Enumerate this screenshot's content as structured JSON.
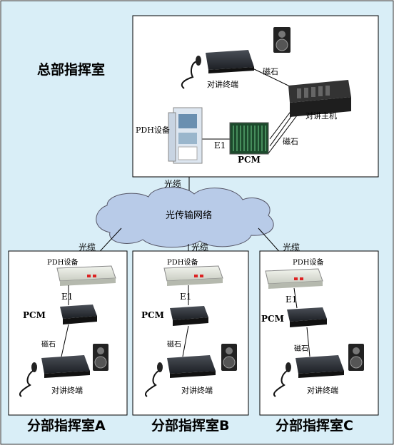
{
  "hq": {
    "title": "总部指挥室",
    "labels": {
      "intercom_terminal": "对讲终端",
      "magneto": "磁石",
      "intercom_host": "对讲主机",
      "pdh": "PDH设备",
      "e1": "E1",
      "pcm": "PCM",
      "magneto2": "磁石"
    }
  },
  "network": {
    "label": "光传输网络",
    "cable_top": "光缆"
  },
  "branches": [
    {
      "title": "分部指挥室A",
      "cable": "光缆",
      "pdh": "PDH设备",
      "e1": "E1",
      "pcm": "PCM",
      "magneto": "磁石",
      "terminal": "对讲终端"
    },
    {
      "title": "分部指挥室B",
      "cable": "光缆",
      "pdh": "PDH设备",
      "e1": "E1",
      "pcm": "PCM",
      "magneto": "磁石",
      "terminal": "对讲终端"
    },
    {
      "title": "分部指挥室C",
      "cable": "光缆",
      "pdh": "PDH设备",
      "e1": "E1",
      "pcm": "PCM",
      "magneto": "磁石",
      "terminal": "对讲终端"
    }
  ],
  "colors": {
    "background": "#d9eef7",
    "cloud": "#b8cbe8",
    "border": "#000000"
  }
}
